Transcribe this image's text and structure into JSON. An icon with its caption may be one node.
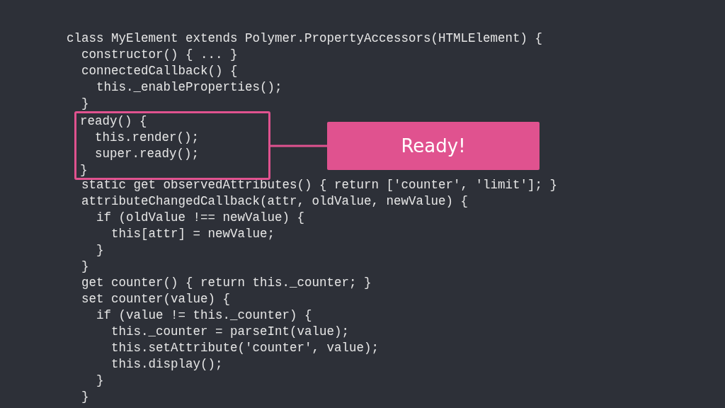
{
  "diagram": {
    "nodes": [
      {
        "text": [
          "ready() {",
          "this.render();",
          "super.ready();",
          "}"
        ]
      },
      {
        "text": [
          "Ready!"
        ]
      }
    ],
    "edges": [
      {
        "from": 0,
        "to": 1,
        "arrow": "none"
      }
    ],
    "labels": [
      "class MyElement extends Polymer.PropertyAccessors(HTMLElement) {",
      "constructor() { ... }",
      "connectedCallback() {",
      "this._enableProperties();",
      "}",
      "static get observedAttributes() { return ['counter', 'limit']; }",
      "attributeChangedCallback(attr, oldValue, newValue) {",
      "if (oldValue !== newValue) {",
      "this[attr] = newValue;",
      "}",
      "}",
      "get counter() { return this._counter; }",
      "set counter(value) {",
      "if (value != this._counter) {",
      "this._counter = parseInt(value);",
      "this.setAttribute('counter', value);",
      "this.display();",
      "}",
      "}"
    ]
  }
}
